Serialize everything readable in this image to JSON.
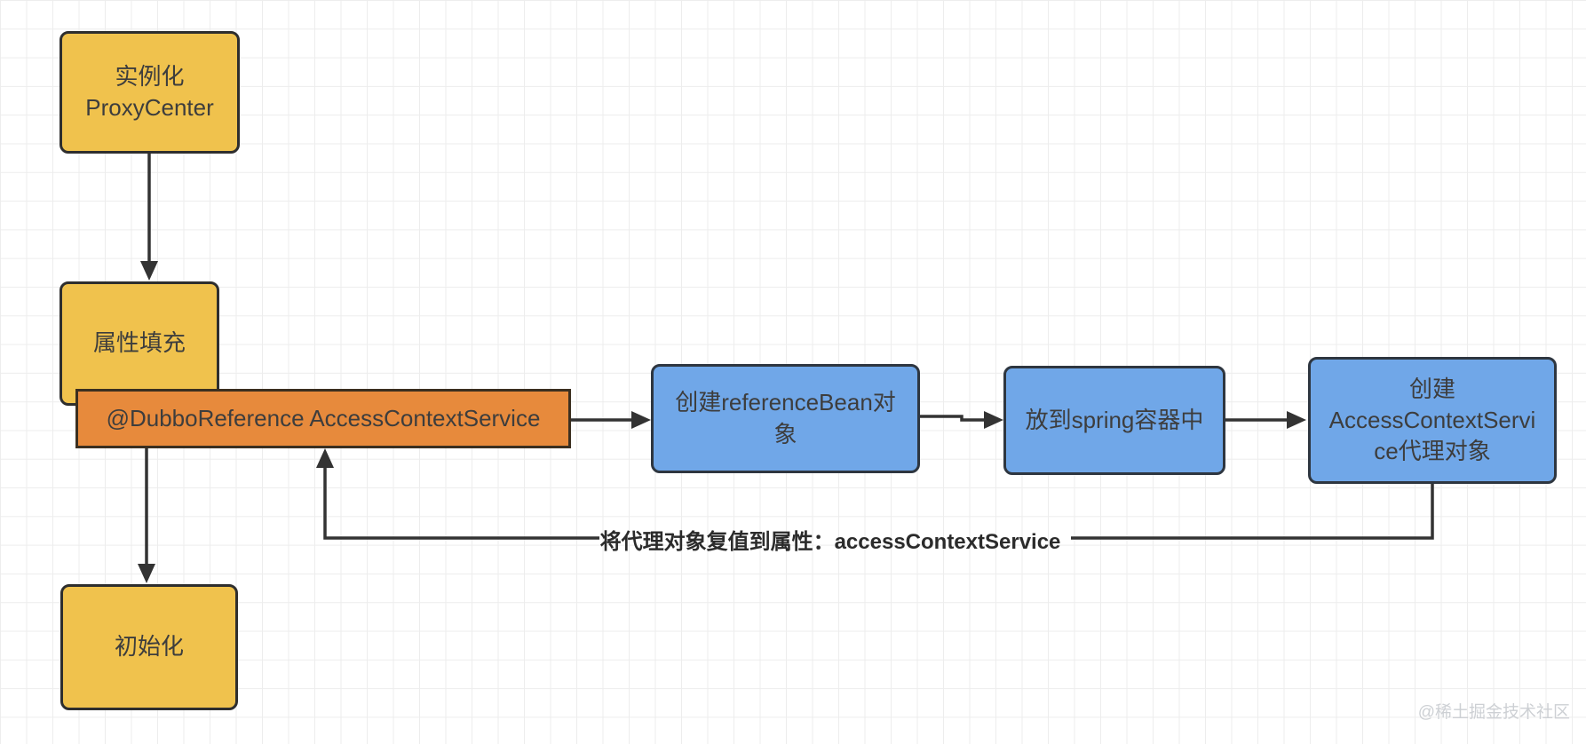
{
  "nodes": {
    "instantiate_proxycenter": {
      "label": "实例化\nProxyCenter"
    },
    "property_fill": {
      "label": "属性填充"
    },
    "dubbo_reference": {
      "label": "@DubboReference AccessContextService"
    },
    "create_referencebean": {
      "label": "创建referenceBean对\n象"
    },
    "spring_container": {
      "label": "放到spring容器中"
    },
    "create_proxy_object": {
      "label": "创建\nAccessContextServi\nce代理对象"
    },
    "init": {
      "label": "初始化"
    }
  },
  "edge_label": "将代理对象复值到属性：accessContextService",
  "watermark": "@稀土掘金技术社区",
  "colors": {
    "yellow_node": "#f0c24d",
    "orange_node": "#e78a3c",
    "blue_node": "#70a7e8",
    "line": "#333333",
    "grid": "#ededed",
    "background": "#ffffff",
    "watermark_text": "#cdd0d4"
  }
}
